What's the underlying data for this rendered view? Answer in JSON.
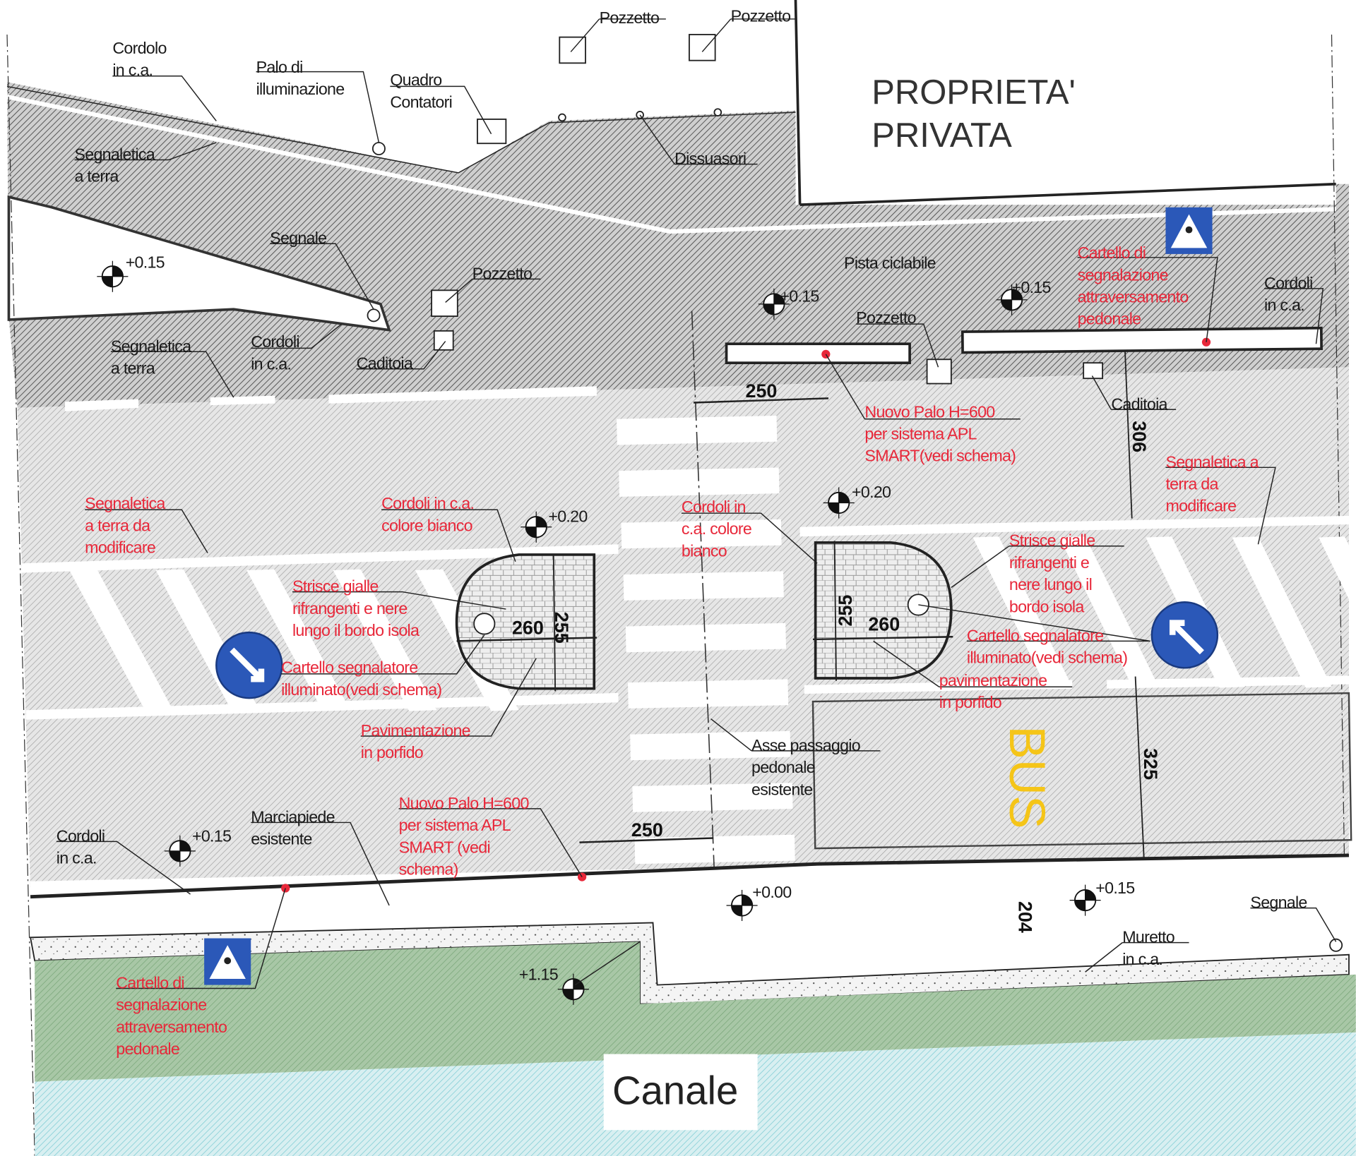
{
  "property": {
    "line1": "PROPRIETA'",
    "line2": "PRIVATA"
  },
  "canal": {
    "label": "Canale"
  },
  "bus_marking": "BUS",
  "colors": {
    "red_note": "#e8283a",
    "sign_blue": "#2b58b8",
    "bus_yellow": "#f5c518",
    "green": "#6f9f6f",
    "water": "#8fd0d6"
  },
  "labels": {
    "pozzetto_top1": [
      "Pozzetto"
    ],
    "pozzetto_top2": [
      "Pozzetto"
    ],
    "cordolo_top": [
      "Cordolo",
      "in c.a."
    ],
    "palo_illuminazione": [
      "Palo di",
      "illuminazione"
    ],
    "quadro_contatori": [
      "Quadro",
      "Contatori"
    ],
    "dissuasori": [
      "Dissuasori"
    ],
    "segnaletica_top": [
      "Segnaletica",
      "a terra"
    ],
    "segnale_top": [
      "Segnale"
    ],
    "pozzetto_mid": [
      "Pozzetto"
    ],
    "quota_left": [
      "+0.15"
    ],
    "segnaletica_mid": [
      "Segnaletica",
      "a terra"
    ],
    "cordoli_mid": [
      "Cordoli",
      "in c.a."
    ],
    "caditoia_left": [
      "Caditoia"
    ],
    "pista_ciclabile": [
      "Pista ciclabile"
    ],
    "quota_pista1": [
      "+0.15"
    ],
    "quota_pista2": [
      "+0.15"
    ],
    "pozzetto_right": [
      "Pozzetto"
    ],
    "cordoli_right": [
      "Cordoli",
      "in c.a."
    ],
    "caditoia_right": [
      "Caditoia"
    ],
    "quota_island_left": [
      "+0.20"
    ],
    "quota_island_right": [
      "+0.20"
    ],
    "asse_passaggio": [
      "Asse passaggio",
      "pedonale",
      "esistente"
    ],
    "cordoli_bottom": [
      "Cordoli",
      "in c.a."
    ],
    "quota_sidewalk": [
      "+0.15"
    ],
    "marciapiede": [
      "Marciapiede",
      "esistente"
    ],
    "quota_000": [
      "+0.00"
    ],
    "quota_bottom_right": [
      "+0.15"
    ],
    "segnale_bottom": [
      "Segnale"
    ],
    "muretto": [
      "Muretto",
      "in c.a."
    ],
    "quota_115": [
      "+1.15"
    ],
    "cartello_attr_top": [
      "Cartello di",
      "segnalazione",
      "attraversamento",
      "pedonale"
    ],
    "nuovo_palo_top": [
      "Nuovo Palo H=600",
      "per sistema APL",
      "SMART(vedi schema)"
    ],
    "segnaletica_mod_left": [
      "Segnaletica",
      "a terra da",
      "modificare"
    ],
    "cordoli_bianco_left": [
      "Cordoli in c.a.",
      "colore bianco"
    ],
    "cordoli_bianco_right": [
      "Cordoli in",
      "c.a. colore",
      "bianco"
    ],
    "strisce_left": [
      "Strisce gialle",
      "rifrangenti e nere",
      "lungo il bordo isola"
    ],
    "cartello_segn_left": [
      "Cartello  segnalatore",
      "illuminato(vedi schema)"
    ],
    "pavimentazione_left": [
      "Pavimentazione",
      "in porfido"
    ],
    "segnaletica_mod_right": [
      "Segnaletica a",
      "terra da",
      "modificare"
    ],
    "strisce_right": [
      "Strisce gialle",
      "rifrangenti e",
      "nere lungo il",
      "bordo isola"
    ],
    "cartello_segn_right": [
      "Cartello  segnalatore",
      "illuminato(vedi schema)"
    ],
    "pavimentazione_right": [
      "pavimentazione",
      "in porfido"
    ],
    "nuovo_palo_bottom": [
      "Nuovo Palo H=600",
      "per sistema APL",
      "SMART (vedi",
      "schema)"
    ],
    "cartello_attr_bottom": [
      "Cartello di",
      "segnalazione",
      "attraversamento",
      "pedonale"
    ]
  },
  "dimensions": {
    "d250_top": "250",
    "d306": "306",
    "d260_left": "260",
    "d255_left": "255",
    "d255_right": "255",
    "d260_right": "260",
    "d325": "325",
    "d204": "204",
    "d250_bottom": "250"
  }
}
